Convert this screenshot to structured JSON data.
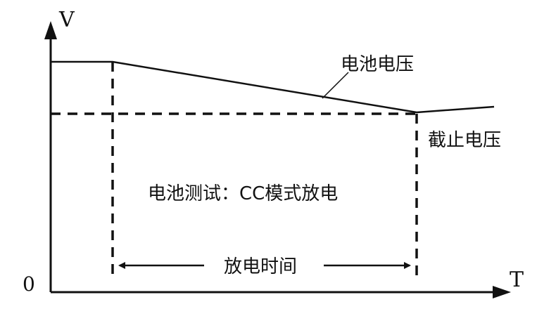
{
  "axes": {
    "y_label": "V",
    "x_label": "T",
    "origin_label": "0"
  },
  "labels": {
    "battery_voltage": "电池电压",
    "cutoff_voltage": "截止电压",
    "test_mode": "电池测试：CC模式放电",
    "discharge_time": "放电时间"
  },
  "colors": {
    "line": "#111111",
    "background": "#ffffff"
  }
}
